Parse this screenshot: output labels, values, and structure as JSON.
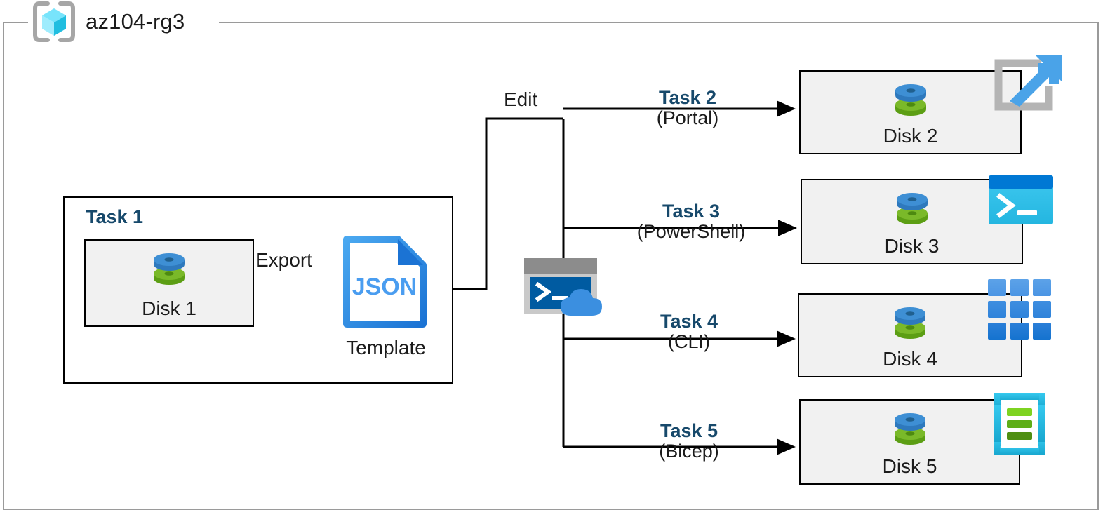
{
  "resource_group": {
    "name": "az104-rg3",
    "icon": "resource-group-cube-icon"
  },
  "task1": {
    "title": "Task 1",
    "disk": {
      "label": "Disk 1",
      "icon": "managed-disk-icon"
    },
    "arrow_label": "Export",
    "template": {
      "file_type": "JSON",
      "label": "Template",
      "icon": "json-file-icon"
    }
  },
  "edit": {
    "label": "Edit",
    "shell": {
      "icon": "cloud-shell-icon"
    }
  },
  "branches": [
    {
      "task": "Task 2",
      "tool": "(Portal)",
      "disk": {
        "label": "Disk 2",
        "icon": "managed-disk-icon"
      },
      "service_icon": "azure-portal-icon"
    },
    {
      "task": "Task 3",
      "tool": "(PowerShell)",
      "disk": {
        "label": "Disk 3",
        "icon": "managed-disk-icon"
      },
      "service_icon": "powershell-icon"
    },
    {
      "task": "Task 4",
      "tool": "(CLI)",
      "disk": {
        "label": "Disk 4",
        "icon": "azure-cli-icon"
      },
      "service_icon": "azure-cli-icon"
    },
    {
      "task": "Task 5",
      "tool": "(Bicep)",
      "disk": {
        "label": "Disk 5",
        "icon": "managed-disk-icon"
      },
      "service_icon": "bicep-icon"
    }
  ],
  "colors": {
    "task_heading": "#17496b",
    "text": "#1b1b1b",
    "frame_border": "#9a9a9a",
    "box_border": "#000000",
    "card_fill": "#f1f1f1",
    "disk_blue": "#3e8fd4",
    "disk_green": "#7ab929",
    "json_blue": "#2b88e0",
    "portal_arrow_blue": "#4aa3e8",
    "portal_bracket_grey": "#b4b4b4",
    "powershell_title": "#0078d4",
    "powershell_body": "#35c1ec",
    "cli_blue": "#3b8fe0",
    "bicep_cyan": "#2fc0e8",
    "bicep_green": "#6cbe2a",
    "cloudshell_terminal": "#005ba1",
    "cloudshell_cloud": "#3b8fe0"
  }
}
